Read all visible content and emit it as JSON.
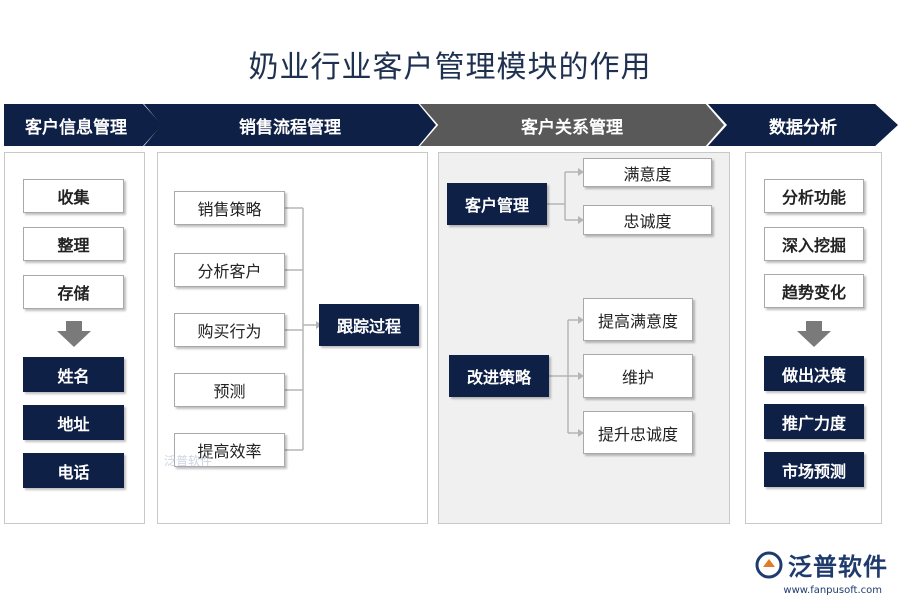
{
  "title": "奶业行业客户管理模块的作用",
  "headers": [
    "客户信息管理",
    "销售流程管理",
    "客户关系管理",
    "数据分析"
  ],
  "col1": {
    "top": [
      "收集",
      "整理",
      "存储"
    ],
    "bottom": [
      "姓名",
      "地址",
      "电话"
    ]
  },
  "col2": {
    "left": [
      "销售策略",
      "分析客户",
      "购买行为",
      "预测",
      "提高效率"
    ],
    "target": "跟踪过程"
  },
  "col3": {
    "group1": {
      "label": "客户管理",
      "items": [
        "满意度",
        "忠诚度"
      ]
    },
    "group2": {
      "label": "改进策略",
      "items": [
        "提高满意度",
        "维护",
        "提升忠诚度"
      ]
    }
  },
  "col4": {
    "top": [
      "分析功能",
      "深入挖掘",
      "趋势变化"
    ],
    "bottom": [
      "做出决策",
      "推广力度",
      "市场预测"
    ]
  },
  "logo": {
    "name": "泛普软件",
    "url": "www.fanpusoft.com"
  },
  "watermark": "泛普软件",
  "colors": {
    "navy": "#0f2047",
    "gray": "#595959"
  }
}
